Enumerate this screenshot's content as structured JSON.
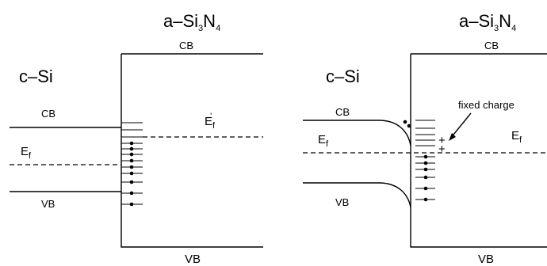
{
  "left_panel": {
    "material_top_prefix": "a–Si",
    "material_top_sub1": "3",
    "material_top_mid": "N",
    "material_top_sub2": "4",
    "material_left": "c–Si",
    "cb_right": "CB",
    "cb_left": "CB",
    "vb_left": "VB",
    "vb_right": "VB",
    "ef_left_main": "E",
    "ef_left_sub": "f",
    "ef_right_main": "E",
    "ef_right_sub": "f",
    "ef_right_prime": "'"
  },
  "right_panel": {
    "material_top_prefix": "a–Si",
    "material_top_sub1": "3",
    "material_top_mid": "N",
    "material_top_sub2": "4",
    "material_left": "c–Si",
    "cb_right": "CB",
    "cb_left": "CB",
    "vb_left": "VB",
    "vb_right": "VB",
    "ef_left_main": "E",
    "ef_left_sub": "f",
    "ef_right_main": "E",
    "ef_right_sub": "f",
    "fixed_charge": "fixed charge",
    "plus_1": "+",
    "plus_2": "+"
  }
}
